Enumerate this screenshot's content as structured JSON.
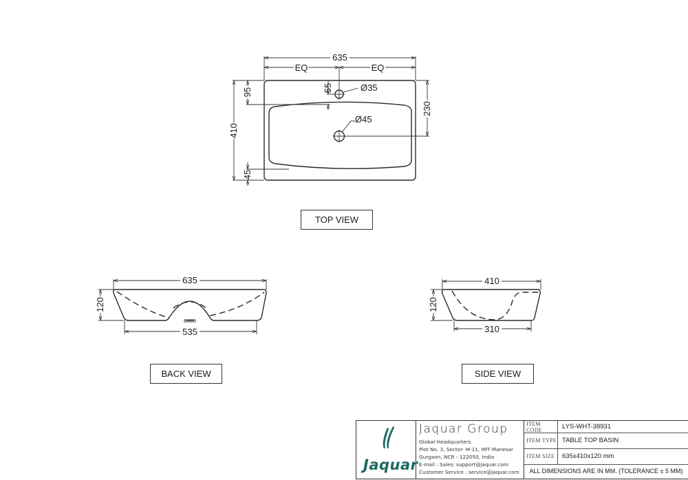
{
  "colors": {
    "line": "#2a2a2a",
    "brand": "#1d6b62",
    "background": "#ffffff"
  },
  "top_view": {
    "label": "TOP VIEW",
    "dims": {
      "overall_width": "635",
      "eq_left": "EQ",
      "eq_right": "EQ",
      "overall_depth": "410",
      "tap_hole_offset": "55",
      "rim_back": "95",
      "rim_front": "45",
      "drain_offset": "230",
      "tap_hole_dia": "Ø35",
      "drain_dia": "Ø45"
    }
  },
  "back_view": {
    "label": "BACK VIEW",
    "dims": {
      "top_width": "635",
      "bottom_width": "535",
      "height": "120"
    }
  },
  "side_view": {
    "label": "SIDE VIEW",
    "dims": {
      "top_width": "410",
      "bottom_width": "310",
      "height": "120"
    }
  },
  "title_block": {
    "logo_text": "Jaquar",
    "company": "Jaquar Group",
    "address_lines": [
      "Global Headquarters",
      "Plot No. 3, Sector- M-11, IMT Manesar",
      "Gurgaon, NCR - 122050, India",
      "E-mail : Sales: support@jaquar.com",
      "Customer Service : service@jaquar.com"
    ],
    "rows": [
      {
        "key": "ITEM CODE",
        "value": "LYS-WHT-38931"
      },
      {
        "key": "ITEM TYPE",
        "value": "TABLE TOP BASIN"
      },
      {
        "key": "ITEM SIZE",
        "value": "635x410x120 mm"
      }
    ],
    "note": "ALL DIMENSIONS ARE IN MM. (TOLERANCE ± 5 MM)"
  }
}
